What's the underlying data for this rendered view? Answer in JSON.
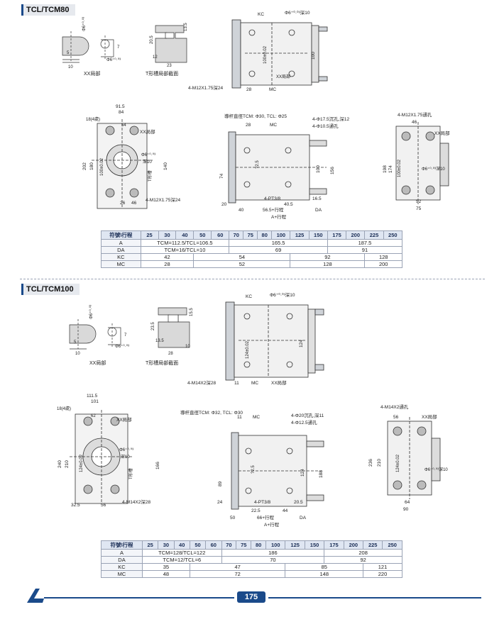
{
  "sections": [
    {
      "model": "TCL/TCM80",
      "captions": {
        "xx": "XX局部",
        "tslot": "T形槽局部截面"
      },
      "labels": {
        "phi6_a": "Φ6⁺⁰·⁰³",
        "phi6_b": "Φ6⁺⁰·⁰³",
        "dim_5": "5",
        "dim_10": "10",
        "dim_7": "7",
        "dim_20_5": "20.5",
        "dim_13_5": "13.5",
        "dim_12": "12",
        "dim_23": "23",
        "dim_10b": "10",
        "top_kc": "KC",
        "top_phi": "Φ6⁺⁰·⁰³深10",
        "top_100a": "100±0.02",
        "top_100b": "100",
        "top_xx": "XX局部",
        "top_m12": "4-M12X1.75深24",
        "top_28": "28",
        "top_mc": "MC",
        "front_91_5": "91.5",
        "front_84": "84",
        "front_18": "18(4處)",
        "front_54": "54",
        "front_xx": "XX局部",
        "front_202": "202",
        "front_180": "180",
        "front_100": "100±0.02",
        "front_phi6": "Φ6⁺⁰·⁰³",
        "front_deep": "深10",
        "front_140": "140",
        "front_tslot": "T形槽",
        "front_26": "26",
        "front_46": "46",
        "front_m12": "4-M12X1.75深24",
        "side_rod": "導杆直徑TCM: Φ30, TCL: Φ25",
        "side_28": "28",
        "side_mc": "MC",
        "side_phi17": "4-Φ17.5沉孔,深12",
        "side_phi10": "4-Φ10.5通孔",
        "side_ab": "?2.5",
        "side_74": "74",
        "side_100": "100",
        "side_156": "156",
        "side_pt": "4-PT3/8",
        "side_16_5": "16.5",
        "side_20": "20",
        "side_40_5": "40.5",
        "side_40": "40",
        "side_56_5": "56.5+行程",
        "side_da": "DA",
        "side_a": "A+行程",
        "end_m12": "4-M12X1.75通孔",
        "end_46": "46",
        "end_xx": "XX局部",
        "end_198": "198",
        "end_174": "174",
        "end_100": "100±0.02",
        "end_phi6": "Φ6⁺⁰·⁰³深10",
        "end_52": "52",
        "end_75": "75"
      },
      "table": {
        "header": [
          "符號\\行程",
          "25",
          "30",
          "40",
          "50",
          "60",
          "70",
          "75",
          "80",
          "100",
          "125",
          "150",
          "175",
          "200",
          "225",
          "250"
        ],
        "rows": [
          [
            "A",
            "TCM=112.5/TCL=106.5",
            "165.5",
            "187.5"
          ],
          [
            "DA",
            "TCM=16/TCL=10",
            "69",
            "91"
          ],
          [
            "KC",
            "42",
            "54",
            "92",
            "128"
          ],
          [
            "MC",
            "28",
            "52",
            "128",
            "200"
          ]
        ]
      }
    },
    {
      "model": "TCL/TCM100",
      "captions": {
        "xx": "XX局部",
        "tslot": "T形槽局部截面"
      },
      "labels": {
        "phi6_a": "Φ6⁺⁰·⁰³",
        "phi6_b": "Φ6⁺⁰·⁰³",
        "dim_5": "5",
        "dim_10": "10",
        "dim_7": "7",
        "dim_23_5": "23.5",
        "dim_15_5": "15.5",
        "dim_13_5": "13.5",
        "dim_10b": "10",
        "dim_28": "28",
        "top_kc": "KC",
        "top_phi": "Φ6⁺⁰·⁰³深10",
        "top_124a": "124±0.02",
        "top_124b": "124",
        "top_m14": "4-M14X2深28",
        "top_11": "11",
        "top_mc": "MC",
        "top_xx": "XX局部",
        "front_111_5": "111.5",
        "front_101": "101",
        "front_18": "18(4處)",
        "front_62": "62",
        "front_xx": "XX局部",
        "front_240": "240",
        "front_210": "210",
        "front_124": "124±0.02",
        "front_phi6": "Φ6⁺⁰·⁰³",
        "front_deep": "深10",
        "front_166": "166",
        "front_tslot": "T形槽",
        "front_32_5": "32.5",
        "front_56": "56",
        "front_m14": "4-M14X2深28",
        "side_rod": "導杆直徑TCM: Φ32, TCL: Φ30",
        "side_11": "11",
        "side_mc": "MC",
        "side_phi20": "4-Φ20沉孔,深11",
        "side_phi12": "4-Φ12.5通孔",
        "side_ab": "?2.5",
        "side_89": "89",
        "side_124": "124",
        "side_188": "188",
        "side_pt": "4-PT3/8",
        "side_20_5": "20.5",
        "side_24": "24",
        "side_22_5": "22.5",
        "side_44": "44",
        "side_50": "50",
        "side_66": "66+行程",
        "side_da": "DA",
        "side_a": "A+行程",
        "end_m14": "4-M14X2通孔",
        "end_56": "56",
        "end_xx": "XX局部",
        "end_236": "236",
        "end_210": "210",
        "end_124": "124±0.02",
        "end_phi6": "Φ6⁺⁰·⁰³深10",
        "end_64": "64",
        "end_90": "90"
      },
      "table": {
        "header": [
          "符號\\行程",
          "25",
          "30",
          "40",
          "50",
          "60",
          "70",
          "75",
          "80",
          "100",
          "125",
          "150",
          "175",
          "200",
          "225",
          "250"
        ],
        "rows": [
          [
            "A",
            "TCM=128/TCL=122",
            "186",
            "208"
          ],
          [
            "DA",
            "TCM=12/TCL=6",
            "70",
            "92"
          ],
          [
            "KC",
            "35",
            "47",
            "85",
            "121"
          ],
          [
            "MC",
            "48",
            "72",
            "148",
            "220"
          ]
        ]
      }
    }
  ],
  "footer": {
    "page_number": "175",
    "logo": "company-logo"
  },
  "colors": {
    "accent": "#1a4a8a",
    "header_bg": "#dfe6f2"
  }
}
